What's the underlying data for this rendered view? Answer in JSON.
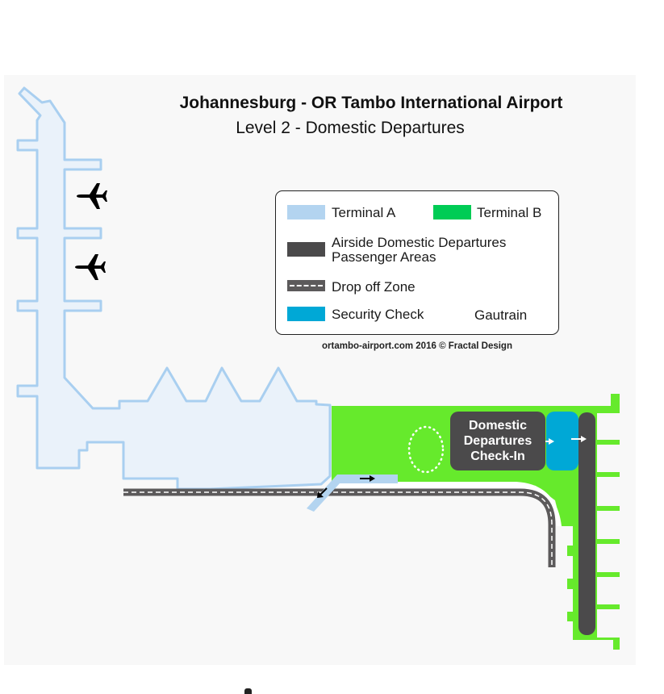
{
  "header": {
    "title": "Johannesburg - OR Tambo International Airport",
    "subtitle": "Level 2 - Domestic Departures"
  },
  "legend": {
    "items": [
      {
        "label": "Terminal A",
        "color": "#b3d4f0"
      },
      {
        "label": "Terminal B",
        "color": "#00cc55"
      },
      {
        "label_line1": "Airside Domestic Departures",
        "label_line2": "Passenger Areas",
        "color": "#4b4a4b"
      },
      {
        "label": "Drop off Zone",
        "color": "#5c5a5b"
      },
      {
        "label": "Security Check",
        "color": "#00a8d6"
      },
      {
        "label": "Gautrain"
      }
    ]
  },
  "credit": "ortambo-airport.com 2016 © Fractal Design",
  "map": {
    "checkin": {
      "line1": "Domestic",
      "line2": "Departures",
      "line3": "Check-In"
    },
    "icons": [
      "airplane-icon",
      "airplane-icon",
      "arrow-right-icon",
      "arrow-down-left-icon"
    ],
    "colors": {
      "terminal_a_fill": "#eaf2fa",
      "terminal_a_stroke": "#a9cff0",
      "terminal_b": "#66ea2c",
      "airside": "#4b4a4b",
      "security": "#00a8d6",
      "road": "#5c5a5b",
      "background": "#f8f8f8"
    }
  }
}
